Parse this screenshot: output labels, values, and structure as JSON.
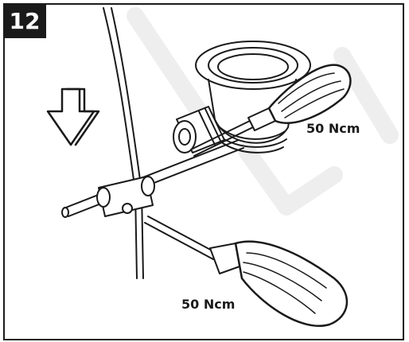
{
  "step": {
    "number": "12"
  },
  "torque_labels": [
    "50 Ncm",
    "50 Ncm"
  ],
  "colors": {
    "line": "#1a1a1a",
    "fill": "#ffffff",
    "shade": "#d9d9d9",
    "watermark": "#eeeeee"
  },
  "icons": [
    "arrow-down-icon",
    "screwdriver-icon",
    "drain-fitting",
    "clamp",
    "rod"
  ]
}
